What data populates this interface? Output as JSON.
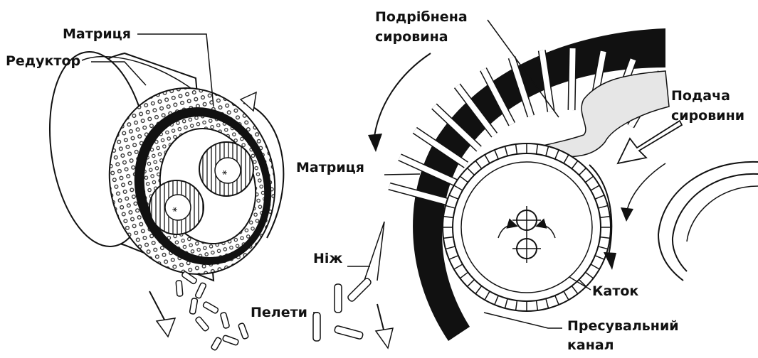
{
  "labels": {
    "matrix_left": "Матриця",
    "reducer": "Редуктор",
    "matrix_right": "Матриця",
    "knife": "Ніж",
    "pellets": "Пелети",
    "crushed_line1": "Подрібнена",
    "crushed_line2": "сировина",
    "feed_line1": "Подача",
    "feed_line2": "сировини",
    "roller": "Каток",
    "channel_line1": "Пресувальний",
    "channel_line2": "канал"
  },
  "colors": {
    "ink": "#111111",
    "background": "#ffffff",
    "material_fill": "#e6e6e6"
  }
}
